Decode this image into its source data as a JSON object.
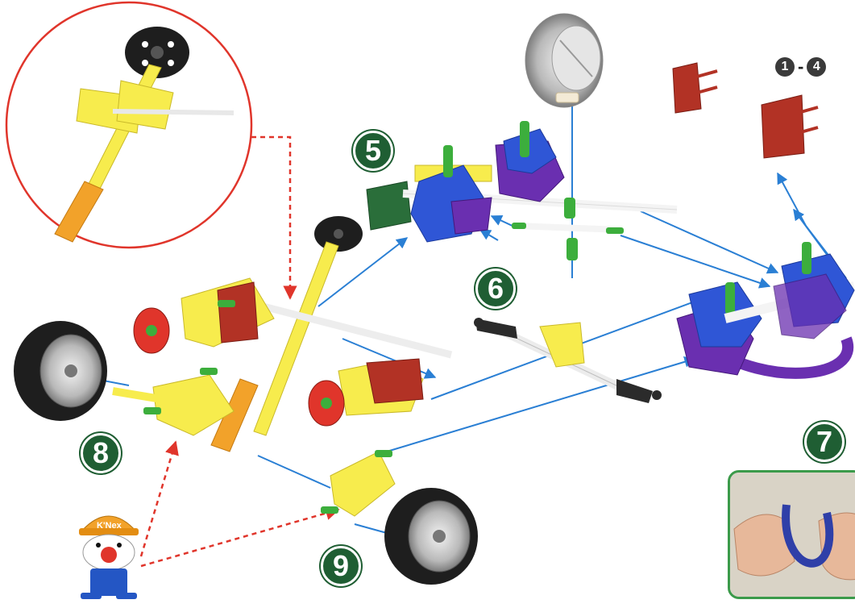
{
  "steps": {
    "range_start": "1",
    "range_separator": "-",
    "range_end": "4",
    "step5": "5",
    "step6": "6",
    "step7": "7",
    "step8": "8",
    "step9": "9"
  },
  "mascot": {
    "cap_text": "K'Nex"
  },
  "colors": {
    "badge_green": "#1f5e33",
    "badge_dark": "#3a3a3a",
    "arrow_blue": "#2a7fd4",
    "guide_red": "#e0352b",
    "rod_yellow": "#f7ec4d",
    "connector_blue": "#2f56d6",
    "connector_purple": "#6a2fb0",
    "connector_red": "#b23225",
    "pin_green": "#3cae3c",
    "tire_black": "#1e1e1e"
  },
  "icons": [
    "zoom-circle",
    "wheel-icon",
    "mascot-icon",
    "hand-bending-tube-photo"
  ]
}
